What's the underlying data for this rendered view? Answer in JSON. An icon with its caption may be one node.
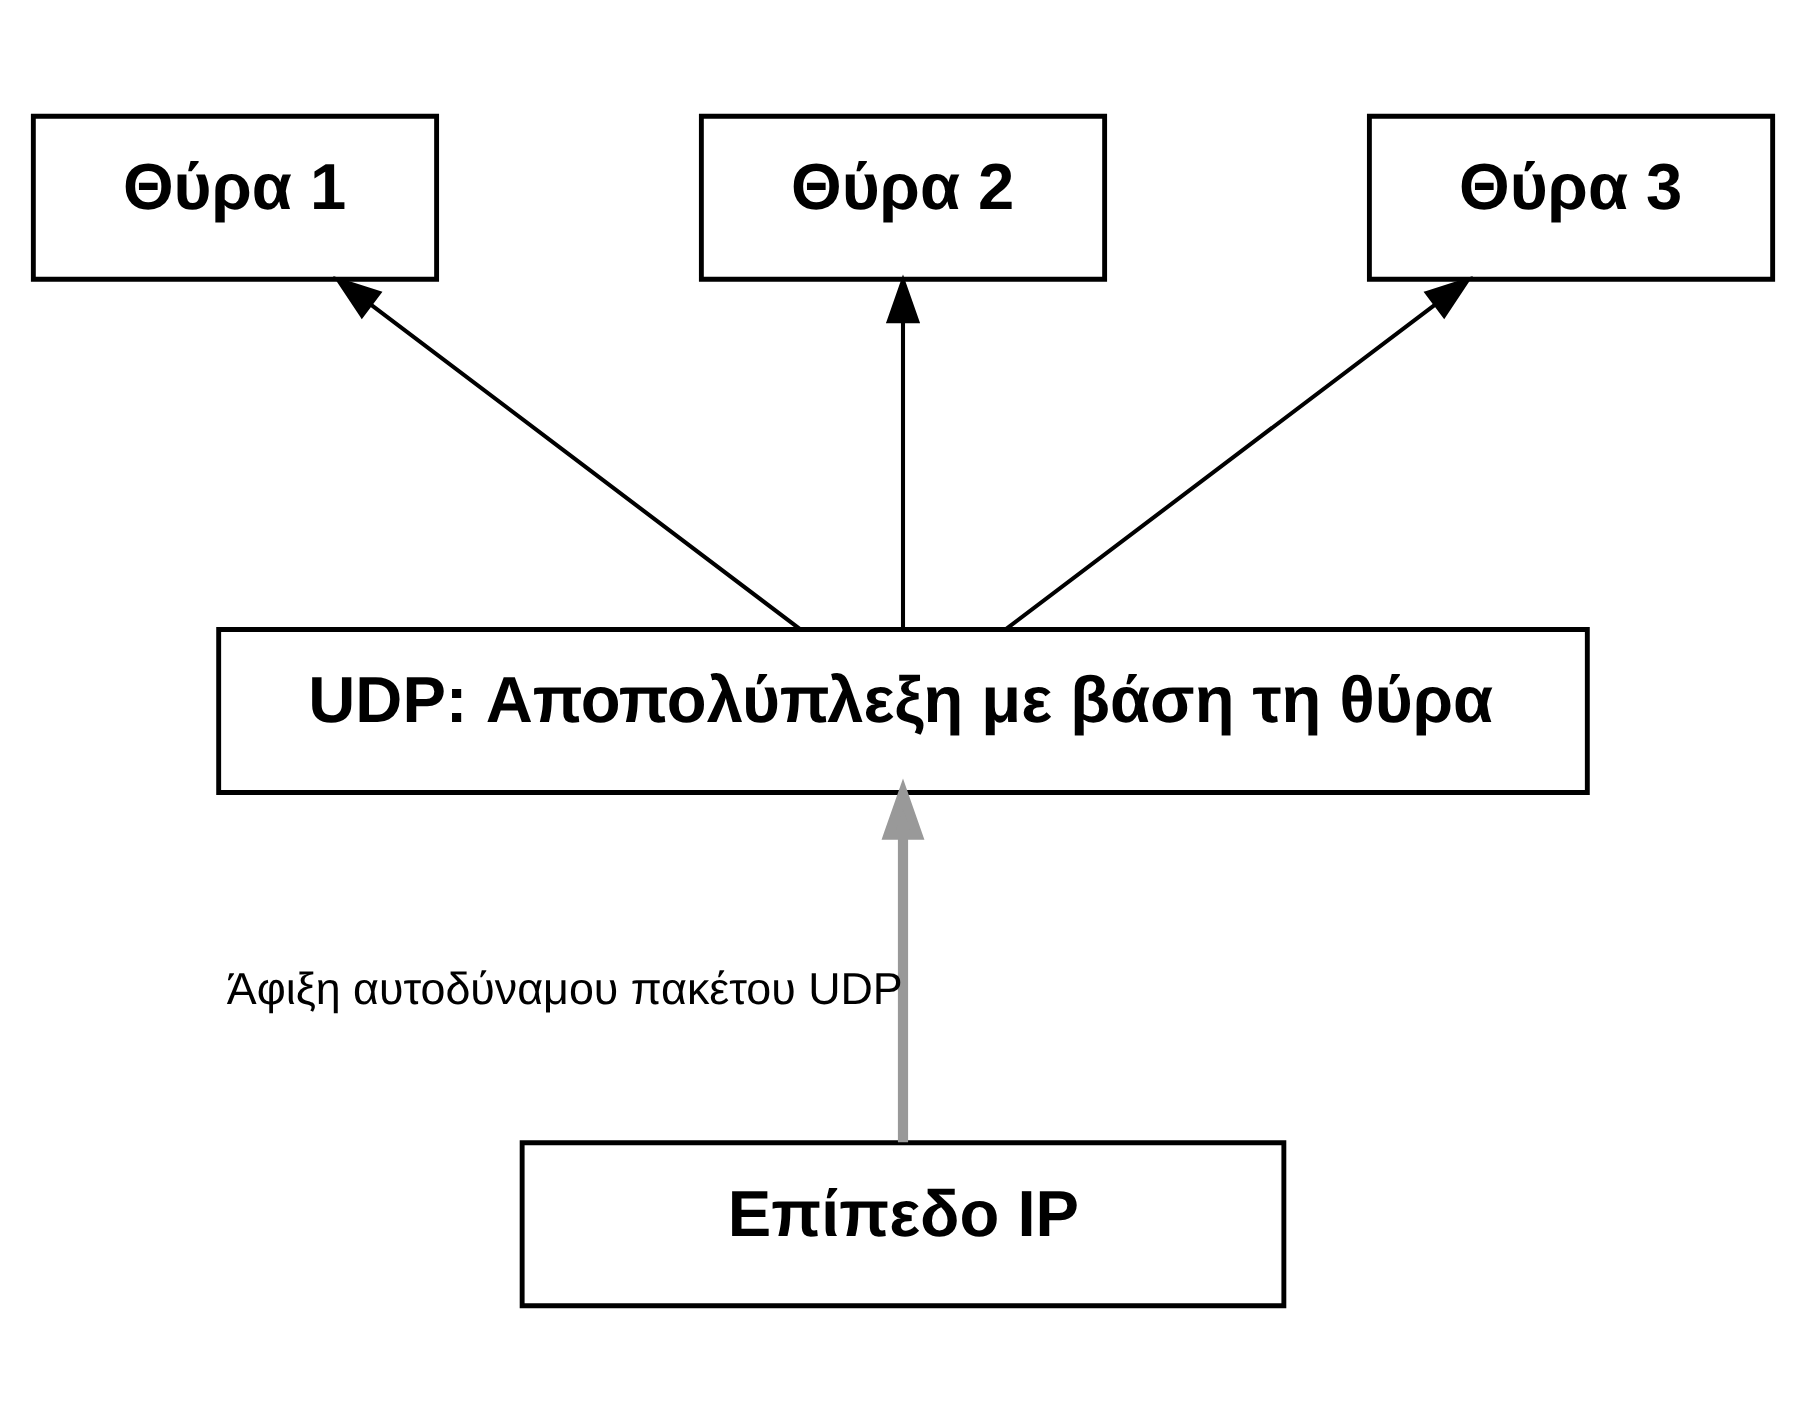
{
  "diagram": {
    "nodes": [
      {
        "text": [
          "Θύρα 1"
        ]
      },
      {
        "text": [
          "Θύρα 2"
        ]
      },
      {
        "text": [
          "Θύρα 3"
        ]
      },
      {
        "text": [
          "UDP: Αποπολύπλεξη με βάση τη θύρα"
        ]
      },
      {
        "text": [
          "Επίπεδο IP"
        ]
      }
    ],
    "edges": [
      {
        "from": 3,
        "to": 0,
        "arrow": "to"
      },
      {
        "from": 3,
        "to": 1,
        "arrow": "to"
      },
      {
        "from": 3,
        "to": 2,
        "arrow": "to"
      },
      {
        "from": 4,
        "to": 3,
        "arrow": "to",
        "label": "Άφιξη αυτοδύναμου πακέτου UDP",
        "style": "thick",
        "color": "#999999"
      }
    ]
  }
}
